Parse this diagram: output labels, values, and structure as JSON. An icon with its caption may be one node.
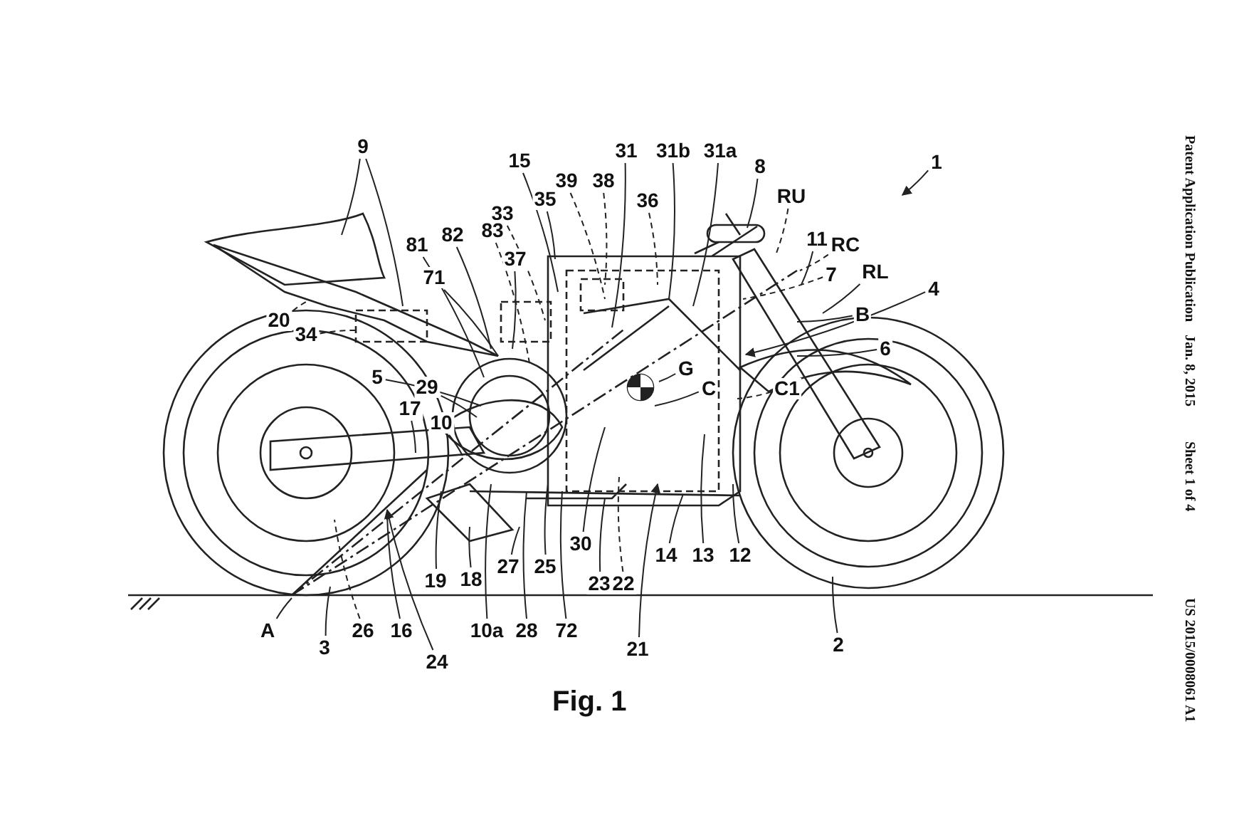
{
  "diagram": {
    "title": "Fig. 1",
    "nodes": [
      {
        "text": [
          "1"
        ]
      },
      {
        "text": [
          "15"
        ]
      },
      {
        "text": [
          "31"
        ]
      },
      {
        "text": [
          "31b"
        ]
      },
      {
        "text": [
          "31a"
        ]
      },
      {
        "text": [
          "9"
        ]
      },
      {
        "text": [
          "8"
        ]
      },
      {
        "text": [
          "35"
        ]
      },
      {
        "text": [
          "39"
        ]
      },
      {
        "text": [
          "38"
        ]
      },
      {
        "text": [
          "36"
        ]
      },
      {
        "text": [
          "RU"
        ]
      },
      {
        "text": [
          "33"
        ]
      },
      {
        "text": [
          "83"
        ]
      },
      {
        "text": [
          "82"
        ]
      },
      {
        "text": [
          "81"
        ]
      },
      {
        "text": [
          "37"
        ]
      },
      {
        "text": [
          "11"
        ]
      },
      {
        "text": [
          "RC"
        ]
      },
      {
        "text": [
          "71"
        ]
      },
      {
        "text": [
          "RL"
        ]
      },
      {
        "text": [
          "7"
        ]
      },
      {
        "text": [
          "B"
        ]
      },
      {
        "text": [
          "4"
        ]
      },
      {
        "text": [
          "20"
        ]
      },
      {
        "text": [
          "34"
        ]
      },
      {
        "text": [
          "6"
        ]
      },
      {
        "text": [
          "G"
        ]
      },
      {
        "text": [
          "5"
        ]
      },
      {
        "text": [
          "C"
        ]
      },
      {
        "text": [
          "C1"
        ]
      },
      {
        "text": [
          "29"
        ]
      },
      {
        "text": [
          "17"
        ]
      },
      {
        "text": [
          "10"
        ]
      },
      {
        "text": [
          "30"
        ]
      },
      {
        "text": [
          "14"
        ]
      },
      {
        "text": [
          "13"
        ]
      },
      {
        "text": [
          "12"
        ]
      },
      {
        "text": [
          "27"
        ]
      },
      {
        "text": [
          "25"
        ]
      },
      {
        "text": [
          "19"
        ]
      },
      {
        "text": [
          "18"
        ]
      },
      {
        "text": [
          "23"
        ]
      },
      {
        "text": [
          "22"
        ]
      },
      {
        "text": [
          "10a"
        ]
      },
      {
        "text": [
          "28"
        ]
      },
      {
        "text": [
          "72"
        ]
      },
      {
        "text": [
          "A"
        ]
      },
      {
        "text": [
          "26"
        ]
      },
      {
        "text": [
          "16"
        ]
      },
      {
        "text": [
          "2"
        ]
      },
      {
        "text": [
          "3"
        ]
      },
      {
        "text": [
          "21"
        ]
      },
      {
        "text": [
          "24"
        ]
      }
    ],
    "edges": [
      {
        "from": 0,
        "to": null,
        "arrow": "to"
      },
      {
        "from": 1,
        "to": null,
        "arrow": "none"
      },
      {
        "from": 2,
        "to": null,
        "arrow": "none"
      },
      {
        "from": 3,
        "to": null,
        "arrow": "none"
      },
      {
        "from": 4,
        "to": null,
        "arrow": "none"
      },
      {
        "from": 5,
        "to": null,
        "arrow": "none"
      },
      {
        "from": 5,
        "to": null,
        "arrow": "none"
      },
      {
        "from": 6,
        "to": null,
        "arrow": "none"
      },
      {
        "from": 7,
        "to": null,
        "arrow": "none"
      },
      {
        "from": 8,
        "to": null,
        "arrow": "none",
        "style": "dashed"
      },
      {
        "from": 9,
        "to": null,
        "arrow": "none",
        "style": "dashed"
      },
      {
        "from": 10,
        "to": null,
        "arrow": "none",
        "style": "dashed"
      },
      {
        "from": 11,
        "to": null,
        "arrow": "none",
        "style": "dashed"
      },
      {
        "from": 12,
        "to": null,
        "arrow": "none",
        "style": "dashed"
      },
      {
        "from": 13,
        "to": null,
        "arrow": "none",
        "style": "dashed"
      },
      {
        "from": 14,
        "to": null,
        "arrow": "none"
      },
      {
        "from": 15,
        "to": null,
        "arrow": "none"
      },
      {
        "from": 16,
        "to": null,
        "arrow": "none"
      },
      {
        "from": 17,
        "to": null,
        "arrow": "none"
      },
      {
        "from": 18,
        "to": null,
        "arrow": "none",
        "style": "dashed"
      },
      {
        "from": 19,
        "to": null,
        "arrow": "none"
      },
      {
        "from": 20,
        "to": null,
        "arrow": "none"
      },
      {
        "from": 21,
        "to": null,
        "arrow": "none",
        "style": "dashed"
      },
      {
        "from": 22,
        "to": null,
        "arrow": "none"
      },
      {
        "from": 23,
        "to": null,
        "arrow": "to"
      },
      {
        "from": 24,
        "to": null,
        "arrow": "none",
        "style": "dashed"
      },
      {
        "from": 25,
        "to": null,
        "arrow": "none",
        "style": "dashed"
      },
      {
        "from": 26,
        "to": null,
        "arrow": "none"
      },
      {
        "from": 27,
        "to": null,
        "arrow": "none"
      },
      {
        "from": 28,
        "to": null,
        "arrow": "none"
      },
      {
        "from": 29,
        "to": null,
        "arrow": "none"
      },
      {
        "from": 30,
        "to": null,
        "arrow": "none",
        "style": "dashed"
      },
      {
        "from": 31,
        "to": null,
        "arrow": "none"
      },
      {
        "from": 32,
        "to": null,
        "arrow": "none"
      },
      {
        "from": 33,
        "to": null,
        "arrow": "none"
      },
      {
        "from": 34,
        "to": null,
        "arrow": "none"
      },
      {
        "from": 35,
        "to": null,
        "arrow": "none"
      },
      {
        "from": 36,
        "to": null,
        "arrow": "none"
      },
      {
        "from": 37,
        "to": null,
        "arrow": "none"
      },
      {
        "from": 38,
        "to": null,
        "arrow": "none"
      },
      {
        "from": 39,
        "to": null,
        "arrow": "none"
      },
      {
        "from": 40,
        "to": null,
        "arrow": "none"
      },
      {
        "from": 41,
        "to": null,
        "arrow": "none"
      },
      {
        "from": 42,
        "to": null,
        "arrow": "none"
      },
      {
        "from": 43,
        "to": null,
        "arrow": "none",
        "style": "dashed"
      },
      {
        "from": 44,
        "to": null,
        "arrow": "none"
      },
      {
        "from": 45,
        "to": null,
        "arrow": "none"
      },
      {
        "from": 46,
        "to": null,
        "arrow": "none"
      },
      {
        "from": 47,
        "to": null,
        "arrow": "none"
      },
      {
        "from": 48,
        "to": null,
        "arrow": "none",
        "style": "dashed"
      },
      {
        "from": 49,
        "to": null,
        "arrow": "none"
      },
      {
        "from": 50,
        "to": null,
        "arrow": "none"
      },
      {
        "from": 51,
        "to": null,
        "arrow": "none"
      },
      {
        "from": 52,
        "to": null,
        "arrow": "to"
      },
      {
        "from": 53,
        "to": null,
        "arrow": "to"
      }
    ],
    "labels": [
      "Patent Application Publication",
      "Jan. 8, 2015",
      "Sheet 1 of 4",
      "US 2015/0008061 A1"
    ]
  }
}
